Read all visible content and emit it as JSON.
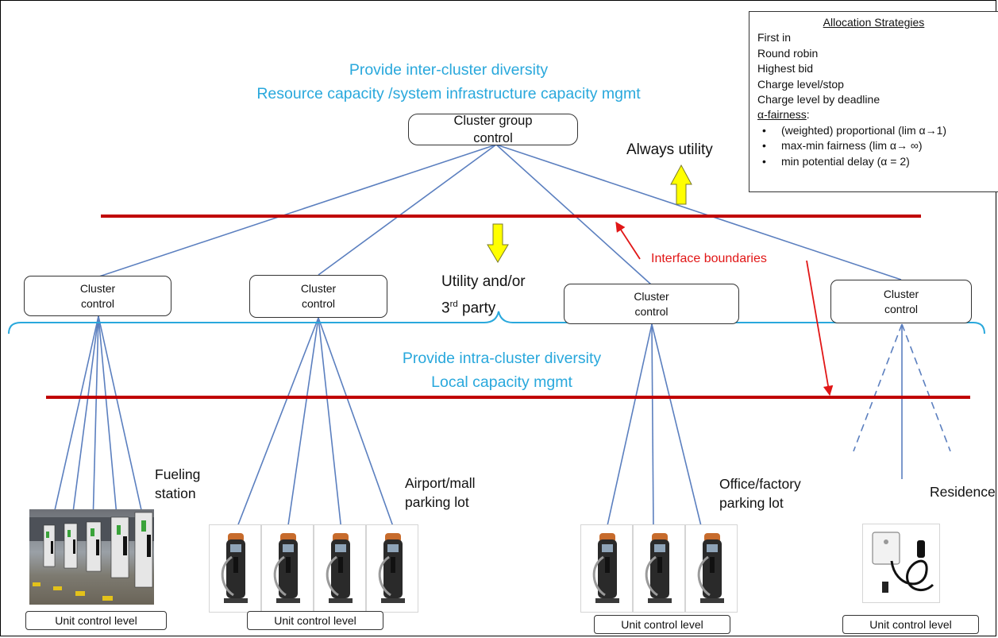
{
  "top_banner": {
    "line1": "Provide inter-cluster diversity",
    "line2": "Resource capacity /system infrastructure capacity mgmt"
  },
  "group_control": {
    "line1": "Cluster group",
    "line2": "control"
  },
  "always_utility": "Always utility",
  "utility_third_party": {
    "line1": "Utility and/or",
    "line2_main": "3",
    "line2_sup": "rd",
    "line2_rest": " party"
  },
  "interface_boundaries": "Interface boundaries",
  "cluster_controls": [
    {
      "line1": "Cluster",
      "line2": "control"
    },
    {
      "line1": "Cluster",
      "line2": "control"
    },
    {
      "line1": "Cluster",
      "line2": "control"
    },
    {
      "line1": "Cluster",
      "line2": "control"
    }
  ],
  "middle_banner": {
    "line1": "Provide intra-cluster diversity",
    "line2": "Local capacity mgmt"
  },
  "sites": {
    "fueling": {
      "line1": "Fueling",
      "line2": "station"
    },
    "airport": {
      "line1": "Airport/mall",
      "line2": "parking lot"
    },
    "office": {
      "line1": "Office/factory",
      "line2": "parking lot"
    },
    "residence": "Residence"
  },
  "unit_labels": [
    "Unit control level",
    "Unit control level",
    "Unit control level",
    "Unit control level"
  ],
  "legend": {
    "title": "Allocation Strategies",
    "items": [
      "First in",
      "Round robin",
      "Highest bid",
      "Charge level/stop",
      "Charge level by deadline"
    ],
    "fairness_heading": "α-fairness",
    "fairness_colon": ":",
    "bullets": [
      "(weighted) proportional (lim α→1)",
      "max-min fairness (lim α→ ∞)",
      "min potential delay (α = 2)"
    ]
  },
  "colors": {
    "boundary_red": "#c00000",
    "blue_text": "#29a8dc",
    "wire_blue": "#5b7fbf",
    "arrow_yellow": "#ffff00",
    "interface_red": "#e11616"
  }
}
